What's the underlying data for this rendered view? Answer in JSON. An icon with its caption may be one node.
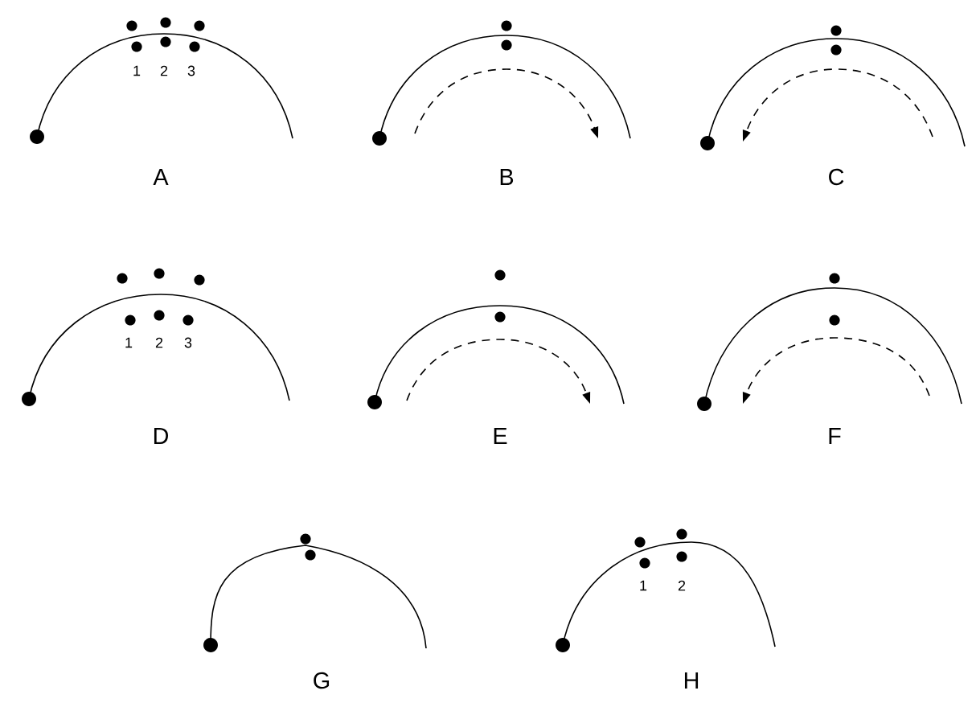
{
  "diagram": {
    "labels": [
      "1",
      "2",
      "3",
      "A",
      "B",
      "C",
      "1",
      "2",
      "3",
      "D",
      "E",
      "F",
      "1",
      "2",
      "G",
      "H"
    ]
  }
}
